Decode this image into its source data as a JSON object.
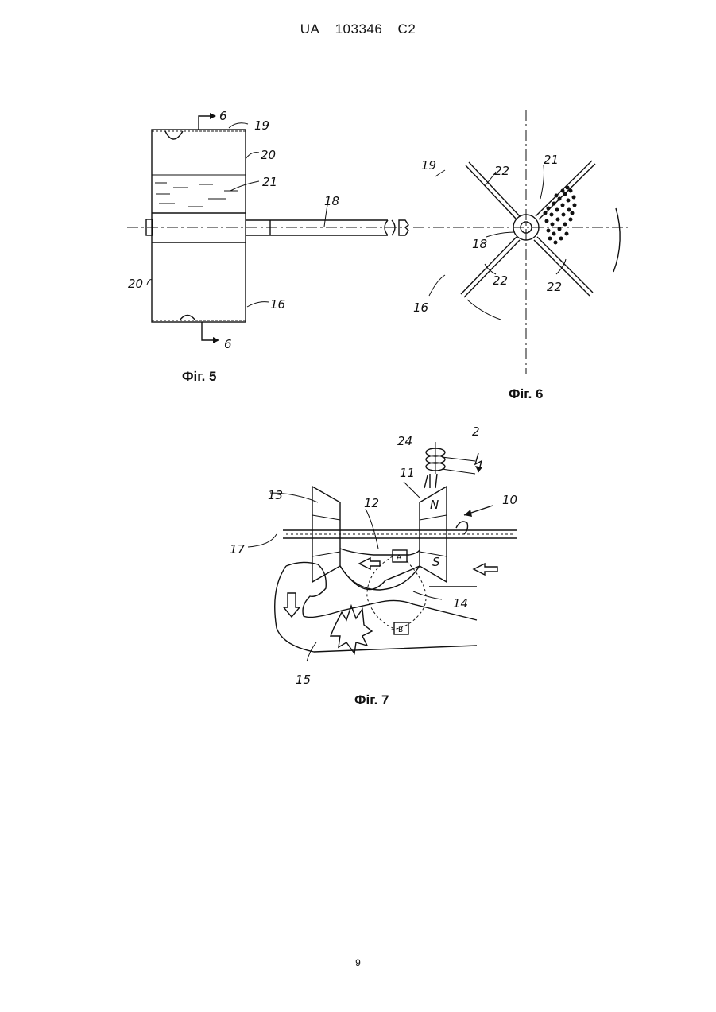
{
  "header": {
    "country": "UA",
    "number": "103346",
    "kind": "C2"
  },
  "page_number": "9",
  "figures": [
    {
      "caption": "Фіг. 5",
      "labels": [
        "6",
        "19",
        "20",
        "21",
        "18",
        "20",
        "16",
        "6"
      ]
    },
    {
      "caption": "Фіг. 6",
      "labels": [
        "19",
        "22",
        "21",
        "18",
        "22",
        "22",
        "16"
      ]
    },
    {
      "caption": "Фіг. 7",
      "labels": [
        "24",
        "2",
        "11",
        "13",
        "12",
        "10",
        "N",
        "S",
        "A",
        "14",
        "17",
        "B",
        "15"
      ]
    }
  ]
}
